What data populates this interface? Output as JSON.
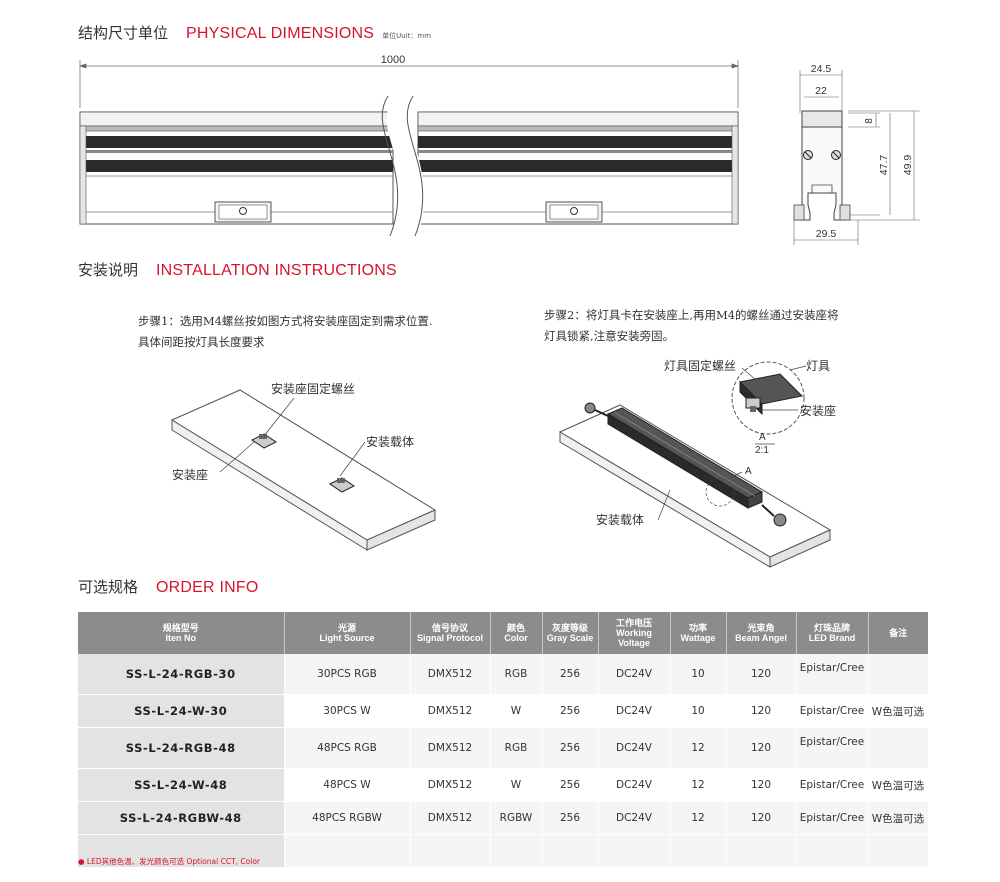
{
  "dimensions": {
    "title_cn": "结构尺寸单位",
    "title_en": "PHYSICAL DIMENSIONS",
    "unit_label": "单位Uuit：mm",
    "length_label": "1000",
    "side_labels": {
      "top_width": "24.5",
      "inner_width": "22",
      "cap_height": "8",
      "height_a": "47.7",
      "height_b": "49.9",
      "base_width": "29.5"
    }
  },
  "installation": {
    "title_cn": "安装说明",
    "title_en": "INSTALLATION INSTRUCTIONS",
    "step1_line1": "步骤1：选用M4螺丝按如图方式将安装座固定到需求位置.",
    "step1_line2": "具体间距按灯具长度要求",
    "step2_line1": "步骤2：将灯具卡在安装座上,再用M4的螺丝通过安装座将",
    "step2_line2": "灯具锁紧,注意安装旁固。",
    "fig1_labels": {
      "screw": "安装座固定螺丝",
      "carrier": "安装载体",
      "mount": "安装座"
    },
    "fig2_labels": {
      "screw": "灯具固定螺丝",
      "fixture": "灯具",
      "mount": "安装座",
      "detail": "A",
      "scale": "2:1",
      "callout": "A",
      "carrier": "安装载体"
    }
  },
  "order": {
    "title_cn": "可选规格",
    "title_en": "ORDER INFO",
    "headers": [
      {
        "cn": "规格型号",
        "en": "Iten No"
      },
      {
        "cn": "光源",
        "en": "Light Source"
      },
      {
        "cn": "信号协议",
        "en": "Signal Protocol"
      },
      {
        "cn": "颜色",
        "en": "Color"
      },
      {
        "cn": "灰度等级",
        "en": "Gray Scale"
      },
      {
        "cn": "工作电压",
        "en": "Working",
        "en2": "Voltage"
      },
      {
        "cn": "功率",
        "en": "Wattage"
      },
      {
        "cn": "光束角",
        "en": "Beam Angel"
      },
      {
        "cn": "灯珠品牌",
        "en": "LED Brand"
      },
      {
        "cn": "备注",
        "en": ""
      }
    ],
    "rows": [
      {
        "model": "SS-L-24-RGB-30",
        "source": "30PCS RGB",
        "protocol": "DMX512",
        "color": "RGB",
        "gray": "256",
        "voltage": "DC24V",
        "watt": "10",
        "beam": "120",
        "brand": "Epistar/Cree",
        "note": ""
      },
      {
        "model": "SS-L-24-W-30",
        "source": "30PCS W",
        "protocol": "DMX512",
        "color": "W",
        "gray": "256",
        "voltage": "DC24V",
        "watt": "10",
        "beam": "120",
        "brand": "Epistar/Cree",
        "note": "W色温可选"
      },
      {
        "model": "SS-L-24-RGB-48",
        "source": "48PCS RGB",
        "protocol": "DMX512",
        "color": "RGB",
        "gray": "256",
        "voltage": "DC24V",
        "watt": "12",
        "beam": "120",
        "brand": "Epistar/Cree",
        "note": ""
      },
      {
        "model": "SS-L-24-W-48",
        "source": "48PCS W",
        "protocol": "DMX512",
        "color": "W",
        "gray": "256",
        "voltage": "DC24V",
        "watt": "12",
        "beam": "120",
        "brand": "Epistar/Cree",
        "note": "W色温可选"
      },
      {
        "model": "SS-L-24-RGBW-48",
        "source": "48PCS RGBW",
        "protocol": "DMX512",
        "color": "RGBW",
        "gray": "256",
        "voltage": "DC24V",
        "watt": "12",
        "beam": "120",
        "brand": "Epistar/Cree",
        "note": "W色温可选"
      }
    ],
    "footnote": "● LED其他色温、发光颜色可选  Optional CCT, Color"
  },
  "colors": {
    "accent": "#d7132a",
    "header_gray": "#8c8c8c",
    "model_cell": "#e3e3e3"
  }
}
